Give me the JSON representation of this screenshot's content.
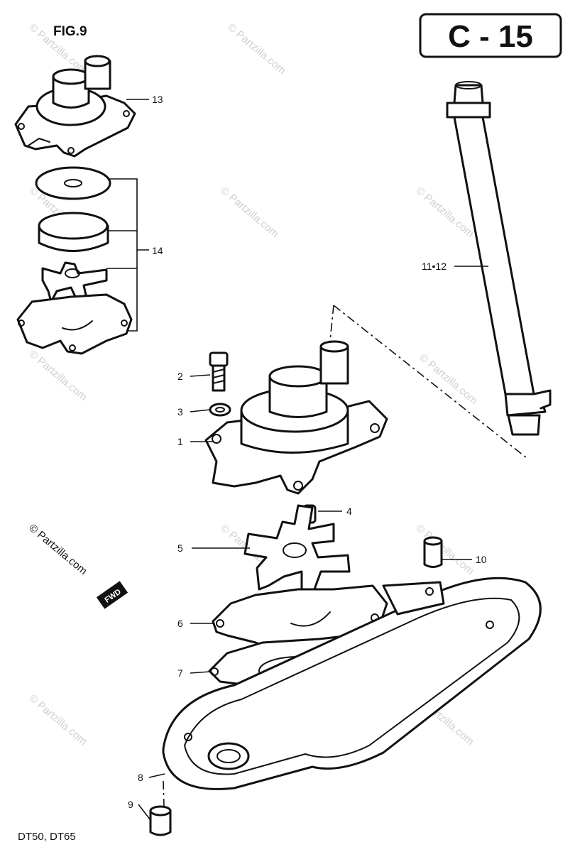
{
  "figure_label": "FIG.9",
  "section_code": "C - 15",
  "models": "DT50,  DT65",
  "fwd_tag": "FWD",
  "watermark_main": "© Partzilla.com",
  "watermark_faint": "© Partzilla.com",
  "callouts": {
    "p1": "1",
    "p2": "2",
    "p3": "3",
    "p4": "4",
    "p5": "5",
    "p6": "6",
    "p7": "7",
    "p8": "8",
    "p9": "9",
    "p10": "10",
    "p11_12": "11•12",
    "p13": "13",
    "p14": "14"
  }
}
